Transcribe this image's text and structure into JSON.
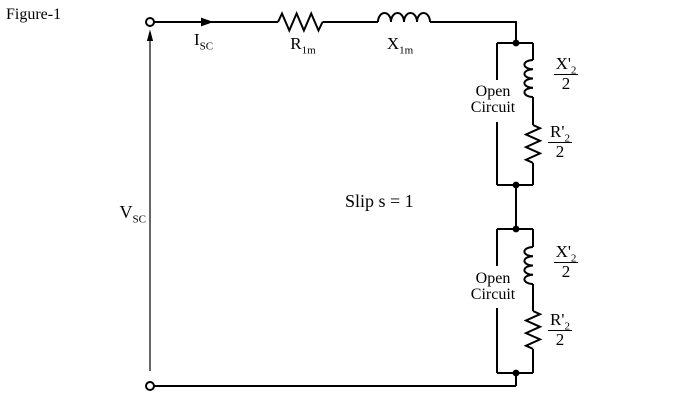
{
  "figure_title": "Figure-1",
  "colors": {
    "ink": "#000000",
    "background": "#ffffff"
  },
  "source": {
    "voltage_main": "V",
    "voltage_sub": "SC",
    "current_main": "I",
    "current_sub": "SC"
  },
  "series_components": {
    "resistor_main": "R",
    "resistor_sub": "1m",
    "inductor_main": "X",
    "inductor_sub": "1m"
  },
  "annotation": {
    "slip": "Slip s = 1"
  },
  "branches": [
    {
      "open_line1": "Open",
      "open_line2": "Circuit",
      "inductor": {
        "num_main": "X'",
        "num_sub": "2",
        "den": "2"
      },
      "resistor": {
        "num_main": "R'",
        "num_sub": "2",
        "den": "2"
      }
    },
    {
      "open_line1": "Open",
      "open_line2": "Circuit",
      "inductor": {
        "num_main": "X'",
        "num_sub": "2",
        "den": "2"
      },
      "resistor": {
        "num_main": "R'",
        "num_sub": "2",
        "den": "2"
      }
    }
  ]
}
